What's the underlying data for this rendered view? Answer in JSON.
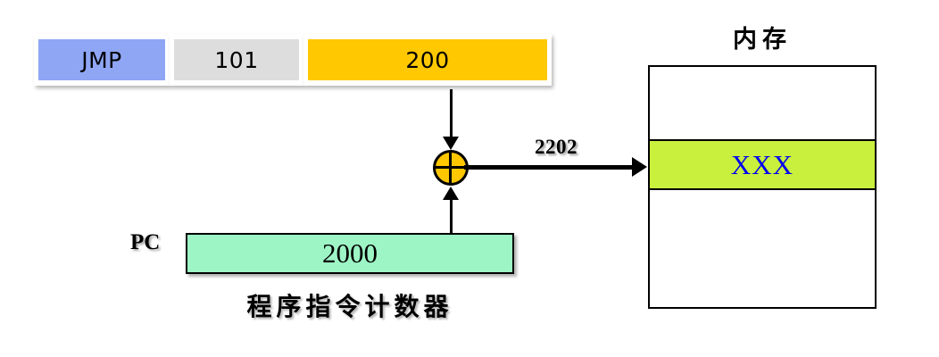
{
  "diagram": {
    "title": "CPU relative-addressing (PC-relative) jump diagram",
    "instruction": {
      "name": "instruction-word",
      "fields": [
        {
          "label": "JMP",
          "role": "opcode",
          "color": "#8FA6F5"
        },
        {
          "label": "101",
          "role": "address-mode",
          "color": "#DDDDDD"
        },
        {
          "label": "200",
          "role": "operand",
          "color": "#FFC800"
        }
      ]
    },
    "adder": {
      "symbol": "+",
      "name": "adder",
      "fill": "#FFC700",
      "stroke": "#000000"
    },
    "bus": {
      "label": "2202",
      "name": "effective-address-bus"
    },
    "pc": {
      "label": "PC",
      "value": "2000",
      "caption": "程序指令计数器",
      "color": "#9DF5C5"
    },
    "memory": {
      "title": "内存",
      "target_value": "XXX",
      "target_color": "#C8F03C",
      "target_text_color": "#0000EE",
      "cells": [
        {
          "value": "",
          "highlighted": false
        },
        {
          "value": "XXX",
          "highlighted": true
        },
        {
          "value": "",
          "highlighted": false
        }
      ]
    }
  }
}
